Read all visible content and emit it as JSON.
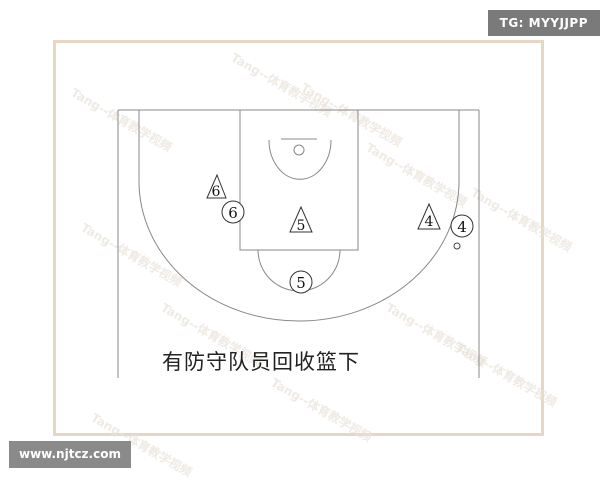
{
  "badges": {
    "top": "TG: MYYJJPP",
    "bottom": "www.njtcz.com"
  },
  "caption": "有防守队员回收篮下",
  "watermark": "Tang--体育教学视频",
  "players": [
    {
      "id": "defender-6",
      "shape": "triangle",
      "label": "6"
    },
    {
      "id": "attacker-6",
      "shape": "circle",
      "label": "6"
    },
    {
      "id": "defender-5",
      "shape": "triangle",
      "label": "5"
    },
    {
      "id": "attacker-5",
      "shape": "circle",
      "label": "5"
    },
    {
      "id": "defender-4",
      "shape": "triangle",
      "label": "4"
    },
    {
      "id": "attacker-4",
      "shape": "circle",
      "label": "4"
    }
  ],
  "colors": {
    "frame_border": "#e7d6c2",
    "line": "#888888",
    "badge_top_bg": "#7a7a7a",
    "badge_bottom_bg": "#8a8a8a"
  }
}
